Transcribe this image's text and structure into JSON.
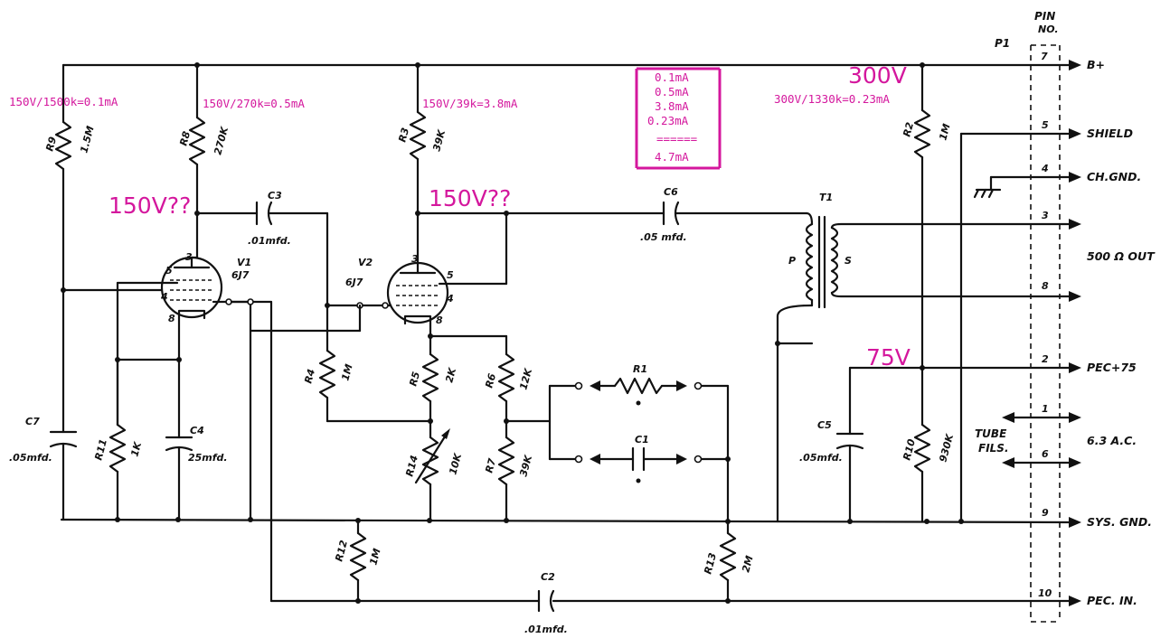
{
  "connector": {
    "header": "PIN",
    "subheader": "NO.",
    "plug_label": "P1",
    "pins": [
      {
        "number": "7",
        "signal": "B+"
      },
      {
        "number": "5",
        "signal": "SHIELD"
      },
      {
        "number": "4",
        "signal": "CH.GND."
      },
      {
        "number": "3",
        "signal": "500 Ω OUT"
      },
      {
        "number": "8",
        "signal": ""
      },
      {
        "number": "2",
        "signal": "PEC+75"
      },
      {
        "number": "1",
        "signal": "6.3 A.C."
      },
      {
        "number": "6",
        "signal": ""
      },
      {
        "number": "9",
        "signal": "SYS. GND."
      },
      {
        "number": "10",
        "signal": "PEC. IN."
      }
    ],
    "tube_fils_label_1": "TUBE",
    "tube_fils_label_2": "FILS."
  },
  "tubes": [
    {
      "ref": "V1",
      "type": "6J7"
    },
    {
      "ref": "V2",
      "type": "6J7"
    }
  ],
  "tube_pins": {
    "v1": [
      "3",
      "5",
      "4",
      "8"
    ],
    "v2": [
      "3",
      "5",
      "4",
      "8"
    ]
  },
  "resistors": [
    {
      "ref": "R9",
      "value": "1.5M"
    },
    {
      "ref": "R8",
      "value": "270K"
    },
    {
      "ref": "R3",
      "value": "39K"
    },
    {
      "ref": "R2",
      "value": "1M"
    },
    {
      "ref": "R11",
      "value": "1K"
    },
    {
      "ref": "R4",
      "value": "1M"
    },
    {
      "ref": "R5",
      "value": "2K"
    },
    {
      "ref": "R6",
      "value": "12K"
    },
    {
      "ref": "R7",
      "value": "39K"
    },
    {
      "ref": "R14",
      "value": "10K"
    },
    {
      "ref": "R1",
      "value": ""
    },
    {
      "ref": "R10",
      "value": "930K"
    },
    {
      "ref": "R12",
      "value": "1M"
    },
    {
      "ref": "R13",
      "value": "2M"
    }
  ],
  "capacitors": [
    {
      "ref": "C3",
      "value": ".01mfd."
    },
    {
      "ref": "C6",
      "value": ".05 mfd."
    },
    {
      "ref": "C7",
      "value": ".05mfd."
    },
    {
      "ref": "C4",
      "value": "25mfd."
    },
    {
      "ref": "C1",
      "value": ""
    },
    {
      "ref": "C5",
      "value": ".05mfd."
    },
    {
      "ref": "C2",
      "value": ".01mfd."
    }
  ],
  "transformer": {
    "ref": "T1",
    "primary": "P",
    "secondary": "S"
  },
  "annotations": {
    "r9_current": "150V/1500k=0.1mA",
    "r8_current": "150V/270k=0.5mA",
    "r3_current": "150V/39k=3.8mA",
    "r2_current": "300V/1330k=0.23mA",
    "v1_plate_voltage": "150V??",
    "v2_plate_voltage": "150V??",
    "supply_voltage": "300V",
    "pec_voltage": "75V",
    "current_sum": [
      "0.1mA",
      "0.5mA",
      "3.8mA",
      "0.23mA",
      "======",
      "4.7mA"
    ]
  },
  "colors": {
    "ink": "#111111",
    "annotation": "#d4179d",
    "paper": "#ffffff"
  }
}
